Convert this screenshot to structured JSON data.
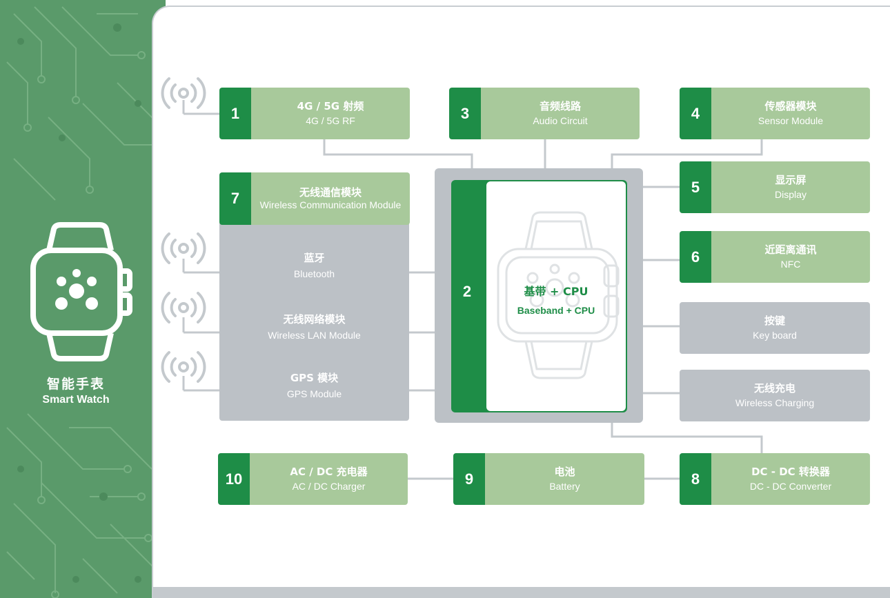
{
  "device": {
    "name_cn": "智能手表",
    "name_en": "Smart Watch"
  },
  "cpu": {
    "number": "2",
    "name_cn": "基带 + CPU",
    "name_en": "Baseband + CPU"
  },
  "blocks": {
    "rf": {
      "number": "1",
      "cn": "4G / 5G 射频",
      "en": "4G / 5G RF"
    },
    "audio": {
      "number": "3",
      "cn": "音频线路",
      "en": "Audio Circuit"
    },
    "sensor": {
      "number": "4",
      "cn": "传感器模块",
      "en": "Sensor Module"
    },
    "display": {
      "number": "5",
      "cn": "显示屏",
      "en": "Display"
    },
    "nfc": {
      "number": "6",
      "cn": "近距离通讯",
      "en": "NFC"
    },
    "wireless": {
      "number": "7",
      "cn": "无线通信模块",
      "en": "Wireless Communication Module"
    },
    "dcdc": {
      "number": "8",
      "cn": "DC - DC 转换器",
      "en": "DC - DC Converter"
    },
    "battery": {
      "number": "9",
      "cn": "电池",
      "en": "Battery"
    },
    "charger": {
      "number": "10",
      "cn": "AC / DC 充电器",
      "en": "AC / DC Charger"
    },
    "keyboard": {
      "cn": "按键",
      "en": "Key board"
    },
    "wireless_charging": {
      "cn": "无线充电",
      "en": "Wireless Charging"
    }
  },
  "wireless_submodules": [
    {
      "cn": "蓝牙",
      "en": "Bluetooth"
    },
    {
      "cn": "无线网络模块",
      "en": "Wireless LAN Module"
    },
    {
      "cn": "GPS 模块",
      "en": "GPS Module"
    }
  ],
  "colors": {
    "green_dark": "#1e8d47",
    "green_light": "#a8c99b",
    "sidebar": "#5a9a6a",
    "gray": "#bcc1c6",
    "line": "#c4c9cd"
  },
  "icons": [
    "smartwatch-icon",
    "antenna-icon",
    "circuit-pattern"
  ]
}
